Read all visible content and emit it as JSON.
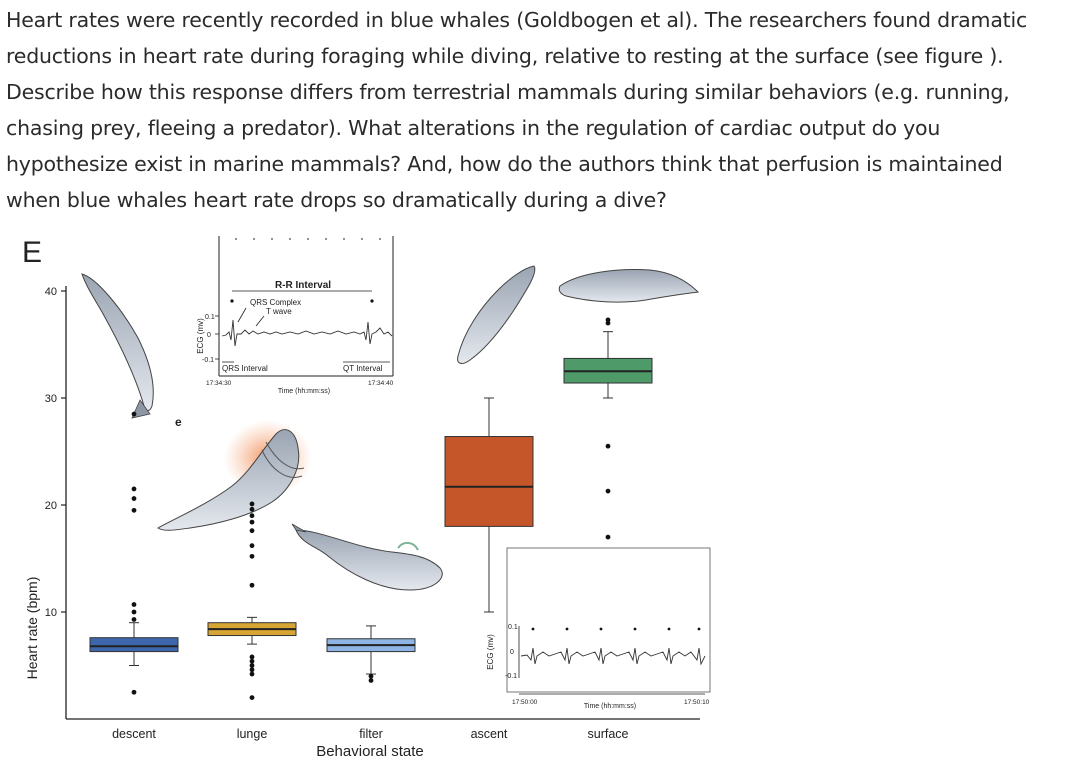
{
  "question": {
    "text": "Heart rates were recently recorded in blue whales (Goldbogen et al). The researchers found dramatic reductions in heart rate during foraging while diving, relative to resting at the surface (see figure ). Describe how this response differs from terrestrial mammals during similar behaviors (e.g. running, chasing prey, fleeing a predator). What alterations in the regulation of cardiac output do you hypothesize exist in marine mammals? And, how do the authors think that perfusion is maintained when blue whales heart rate drops so dramatically during a dive?"
  },
  "figure": {
    "panel_label": "E",
    "inset_main": {
      "rr_label": "R-R Interval",
      "qrs_complex_label": "QRS Complex",
      "t_wave_label": "T wave",
      "qrs_interval_label": "QRS Interval",
      "qt_interval_label": "QT Interval",
      "ylabel": "ECG (mv)",
      "yticks": [
        "0.1",
        "0",
        "-0.1"
      ],
      "time_start": "17:34:30",
      "time_end": "17:34:40",
      "xlabel": "Time (hh:mm:ss)"
    },
    "inset_ascent": {
      "ylabel": "ECG (mv)",
      "yticks": [
        "0.1",
        "0",
        "-0.1"
      ],
      "time_start": "17:50:00",
      "time_end": "17:50:10",
      "xlabel": "Time (hh:mm:ss)"
    },
    "colors": {
      "descent": "#3c67ad",
      "lunge": "#d6a533",
      "filter": "#8db4e2",
      "ascent": "#c4562a",
      "surface": "#4e9a68"
    }
  },
  "chart_data": {
    "type": "box",
    "title": "",
    "xlabel": "Behavioral state",
    "ylabel": "Heart rate (bpm)",
    "ylim": [
      0,
      41
    ],
    "yticks": [
      10,
      20,
      30,
      40
    ],
    "categories": [
      "descent",
      "lunge",
      "filter",
      "ascent",
      "surface"
    ],
    "boxes": [
      {
        "category": "descent",
        "q1": 6.3,
        "median": 6.8,
        "q3": 7.6,
        "whisker_low": 5.0,
        "whisker_high": 9.0,
        "outliers": [
          2.5,
          9.3,
          10.0,
          10.7,
          19.5,
          20.6,
          21.5,
          28.5
        ]
      },
      {
        "category": "lunge",
        "q1": 7.8,
        "median": 8.4,
        "q3": 9.0,
        "whisker_low": 7.0,
        "whisker_high": 9.5,
        "outliers": [
          2.0,
          4.2,
          4.6,
          5.0,
          5.4,
          5.8,
          12.5,
          15.2,
          16.2,
          17.6,
          18.4,
          19.0,
          19.6,
          20.1
        ]
      },
      {
        "category": "filter",
        "q1": 6.3,
        "median": 6.9,
        "q3": 7.5,
        "whisker_low": 4.2,
        "whisker_high": 8.7,
        "outliers": [
          3.6,
          4.0
        ]
      },
      {
        "category": "ascent",
        "q1": 18.0,
        "median": 21.7,
        "q3": 26.4,
        "whisker_low": 10.0,
        "whisker_high": 30.0,
        "outliers": []
      },
      {
        "category": "surface",
        "q1": 31.4,
        "median": 32.5,
        "q3": 33.7,
        "whisker_low": 30.0,
        "whisker_high": 36.2,
        "outliers": [
          17.0,
          21.3,
          25.5,
          37.0,
          37.3
        ]
      }
    ],
    "annotations": [
      "e"
    ]
  }
}
